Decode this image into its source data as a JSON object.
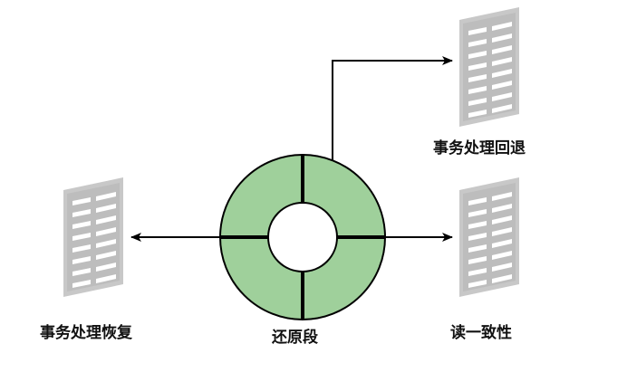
{
  "labels": {
    "rollback": "事务处理回退",
    "recovery": "事务处理恢复",
    "undo_segment": "还原段",
    "read_consistency": "读一致性"
  },
  "colors": {
    "ring_fill": "#9fd09b",
    "doc_fill": "#c8c8c8",
    "doc_line": "#ffffff",
    "stroke": "#000000"
  }
}
